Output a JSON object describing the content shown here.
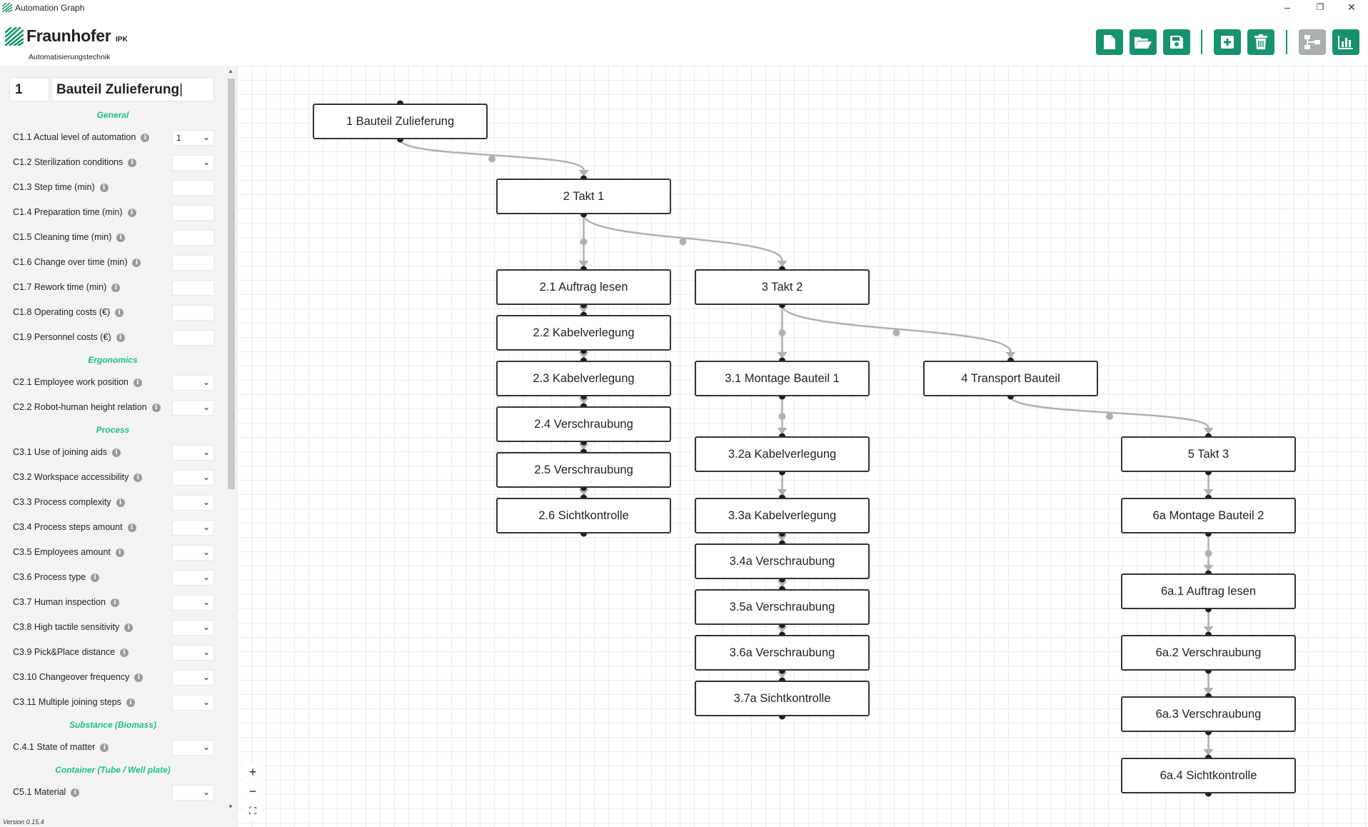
{
  "window": {
    "title": "Automation Graph"
  },
  "header": {
    "brand": "Fraunhofer",
    "brand_suffix": "IPK",
    "subtitle": "Automatisierungstechnik"
  },
  "selected_node": {
    "id": "1",
    "name": "Bauteil Zulieferung"
  },
  "sidebar": {
    "sections": [
      {
        "title": "General",
        "fields": [
          {
            "label": "C1.1 Actual level of automation",
            "type": "select",
            "value": "1"
          },
          {
            "label": "C1.2 Sterilization conditions",
            "type": "select",
            "value": ""
          },
          {
            "label": "C1.3 Step time (min)",
            "type": "input",
            "value": ""
          },
          {
            "label": "C1.4 Preparation time (min)",
            "type": "input",
            "value": ""
          },
          {
            "label": "C1.5 Cleaning time (min)",
            "type": "input",
            "value": ""
          },
          {
            "label": "C1.6 Change over time (min)",
            "type": "input",
            "value": ""
          },
          {
            "label": "C1.7 Rework time (min)",
            "type": "input",
            "value": ""
          },
          {
            "label": "C1.8 Operating costs (€)",
            "type": "input",
            "value": ""
          },
          {
            "label": "C1.9 Personnel costs (€)",
            "type": "input",
            "value": ""
          }
        ]
      },
      {
        "title": "Ergonomics",
        "fields": [
          {
            "label": "C2.1 Employee work position",
            "type": "select",
            "value": ""
          },
          {
            "label": "C2.2 Robot-human height relation",
            "type": "select",
            "value": ""
          }
        ]
      },
      {
        "title": "Process",
        "fields": [
          {
            "label": "C3.1 Use of joining aids",
            "type": "select",
            "value": ""
          },
          {
            "label": "C3.2 Workspace accessibility",
            "type": "select",
            "value": ""
          },
          {
            "label": "C3.3 Process complexity",
            "type": "select",
            "value": ""
          },
          {
            "label": "C3.4 Process steps amount",
            "type": "select",
            "value": ""
          },
          {
            "label": "C3.5 Employees amount",
            "type": "select",
            "value": ""
          },
          {
            "label": "C3.6 Process type",
            "type": "select",
            "value": ""
          },
          {
            "label": "C3.7 Human inspection",
            "type": "select",
            "value": ""
          },
          {
            "label": "C3.8 High tactile sensitivity",
            "type": "select",
            "value": ""
          },
          {
            "label": "C3.9 Pick&Place distance",
            "type": "select",
            "value": ""
          },
          {
            "label": "C3.10 Changeover frequency",
            "type": "select",
            "value": ""
          },
          {
            "label": "C3.11 Multiple joining steps",
            "type": "select",
            "value": ""
          }
        ]
      },
      {
        "title": "Substance (Biomass)",
        "fields": [
          {
            "label": "C.4.1 State of matter",
            "type": "select",
            "value": ""
          }
        ]
      },
      {
        "title": "Container (Tube / Well plate)",
        "fields": [
          {
            "label": "C5.1 Material",
            "type": "select",
            "value": ""
          }
        ]
      }
    ],
    "version": "Version 0.15.4"
  },
  "graph": {
    "nodes": [
      {
        "label": "1 Bauteil Zulieferung"
      },
      {
        "label": "2 Takt 1"
      },
      {
        "label": "2.1 Auftrag lesen"
      },
      {
        "label": "2.2 Kabelverlegung"
      },
      {
        "label": "2.3 Kabelverlegung"
      },
      {
        "label": "2.4 Verschraubung"
      },
      {
        "label": "2.5 Verschraubung"
      },
      {
        "label": "2.6 Sichtkontrolle"
      },
      {
        "label": "3 Takt 2"
      },
      {
        "label": "3.1 Montage Bauteil 1"
      },
      {
        "label": "3.2a Kabelverlegung"
      },
      {
        "label": "3.3a Kabelverlegung"
      },
      {
        "label": "3.4a Verschraubung"
      },
      {
        "label": "3.5a Verschraubung"
      },
      {
        "label": "3.6a Verschraubung"
      },
      {
        "label": "3.7a Sichtkontrolle"
      },
      {
        "label": "4 Transport Bauteil"
      },
      {
        "label": "5 Takt 3"
      },
      {
        "label": "6a Montage Bauteil 2"
      },
      {
        "label": "6a.1 Auftrag lesen"
      },
      {
        "label": "6a.2 Verschraubung"
      },
      {
        "label": "6a.3 Verschraubung"
      },
      {
        "label": "6a.4 Sichtkontrolle"
      }
    ],
    "edges": [
      [
        "1 Bauteil Zulieferung",
        "2 Takt 1"
      ],
      [
        "2 Takt 1",
        "2.1 Auftrag lesen"
      ],
      [
        "2 Takt 1",
        "3 Takt 2"
      ],
      [
        "2.1 Auftrag lesen",
        "2.2 Kabelverlegung"
      ],
      [
        "2.2 Kabelverlegung",
        "2.3 Kabelverlegung"
      ],
      [
        "2.3 Kabelverlegung",
        "2.4 Verschraubung"
      ],
      [
        "2.4 Verschraubung",
        "2.5 Verschraubung"
      ],
      [
        "2.5 Verschraubung",
        "2.6 Sichtkontrolle"
      ],
      [
        "3 Takt 2",
        "3.1 Montage Bauteil 1"
      ],
      [
        "3 Takt 2",
        "4 Transport Bauteil"
      ],
      [
        "3.1 Montage Bauteil 1",
        "3.2a Kabelverlegung"
      ],
      [
        "3.2a Kabelverlegung",
        "3.3a Kabelverlegung"
      ],
      [
        "3.3a Kabelverlegung",
        "3.4a Verschraubung"
      ],
      [
        "3.4a Verschraubung",
        "3.5a Verschraubung"
      ],
      [
        "3.5a Verschraubung",
        "3.6a Verschraubung"
      ],
      [
        "3.6a Verschraubung",
        "3.7a Sichtkontrolle"
      ],
      [
        "4 Transport Bauteil",
        "5 Takt 3"
      ],
      [
        "5 Takt 3",
        "6a Montage Bauteil 2"
      ],
      [
        "6a Montage Bauteil 2",
        "6a.1 Auftrag lesen"
      ],
      [
        "6a.1 Auftrag lesen",
        "6a.2 Verschraubung"
      ],
      [
        "6a.2 Verschraubung",
        "6a.3 Verschraubung"
      ],
      [
        "6a.3 Verschraubung",
        "6a.4 Sichtkontrolle"
      ]
    ]
  },
  "toolbar": {
    "buttons": [
      {
        "icon": "new-file-icon"
      },
      {
        "icon": "open-folder-icon"
      },
      {
        "icon": "save-icon"
      },
      {
        "icon": "add-node-icon"
      },
      {
        "icon": "delete-icon"
      },
      {
        "icon": "layout-tree-icon",
        "disabled": true
      },
      {
        "icon": "chart-icon"
      }
    ]
  },
  "zoom_controls": {
    "zoom_in": "+",
    "zoom_out": "−",
    "fit": "⛶"
  },
  "colors": {
    "accent": "#17926f",
    "section_title": "#1dbf8c",
    "edge": "#b0b0b0",
    "node_border": "#333333"
  }
}
